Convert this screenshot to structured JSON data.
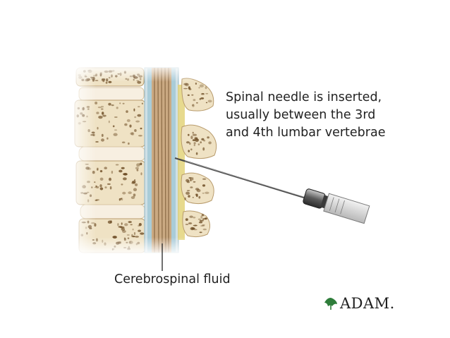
{
  "annotations": {
    "needle_lines": [
      "Spinal needle is inserted,",
      "usually between the 3rd",
      "and 4th lumbar vertebrae"
    ],
    "fluid_label": "Cerebrospinal fluid"
  },
  "logo": {
    "text": "ADAM.",
    "icon": "leaf-icon"
  },
  "colors": {
    "bone": "#efe2c4",
    "bone_outline": "#b89b6c",
    "bone_pore": "#6b4a22",
    "disc": "#f7efe1",
    "spinal_cord": "#caa982",
    "csf": "#a9ccd8",
    "fat": "#e3d37a",
    "needle": "#4a4a4a",
    "logo_leaf": "#2e7d3a"
  }
}
